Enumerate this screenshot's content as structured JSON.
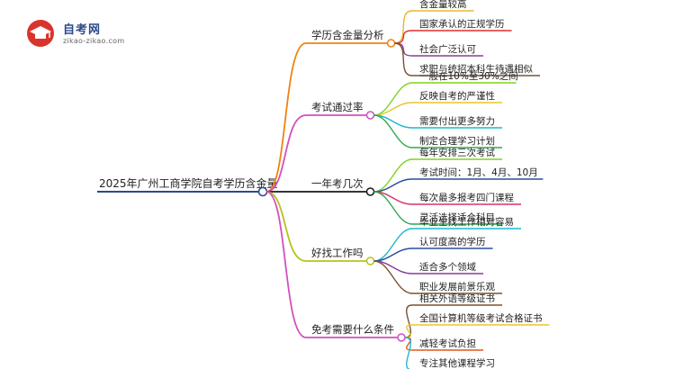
{
  "logo": {
    "name": "自考网",
    "url": "zikao-zikao.com"
  },
  "root": {
    "label": "2025年广州工商学院自考学历含金量",
    "color": "#2b4a8b"
  },
  "branches": [
    {
      "label": "学历含金量分析",
      "color": "#f0820f",
      "children": [
        {
          "label": "含金量较高",
          "color": "#e8b730"
        },
        {
          "label": "国家承认的正规学历",
          "color": "#e02f2f"
        },
        {
          "label": "社会广泛认可",
          "color": "#8b3a9a"
        },
        {
          "label": "求职与统招本科生待遇相似",
          "color": "#7a5230"
        }
      ]
    },
    {
      "label": "考试通过率",
      "color": "#d34fbf",
      "children": [
        {
          "label": "一般在10%至30%之间",
          "color": "#7ed321"
        },
        {
          "label": "反映自考的严谨性",
          "color": "#e8c52a"
        },
        {
          "label": "需要付出更多努力",
          "color": "#1fb7cf"
        },
        {
          "label": "制定合理学习计划",
          "color": "#2fa84f"
        }
      ]
    },
    {
      "label": "一年考几次",
      "color": "#1a1a1a",
      "children": [
        {
          "label": "每年安排三次考试",
          "color": "#7ed321"
        },
        {
          "label": "考试时间：1月、4月、10月",
          "color": "#2a4ba0"
        },
        {
          "label": "每次最多报考四门课程",
          "color": "#d6336c"
        },
        {
          "label": "灵活选择适合科目",
          "color": "#2fa84f"
        }
      ]
    },
    {
      "label": "好找工作吗",
      "color": "#b7c21c",
      "children": [
        {
          "label": "毕业生找工作相对容易",
          "color": "#1fb7cf"
        },
        {
          "label": "认可度高的学历",
          "color": "#2a4ba0"
        },
        {
          "label": "适合多个领域",
          "color": "#8b3a9a"
        },
        {
          "label": "职业发展前景乐观",
          "color": "#7a5230"
        }
      ]
    },
    {
      "label": "免考需要什么条件",
      "color": "#d34fbf",
      "children": [
        {
          "label": "相关外语等级证书",
          "color": "#7a5230"
        },
        {
          "label": "全国计算机等级考试合格证书",
          "color": "#e8c52a"
        },
        {
          "label": "减轻考试负担",
          "color": "#e0561f"
        },
        {
          "label": "专注其他课程学习",
          "color": "#1fb7cf"
        }
      ]
    }
  ]
}
